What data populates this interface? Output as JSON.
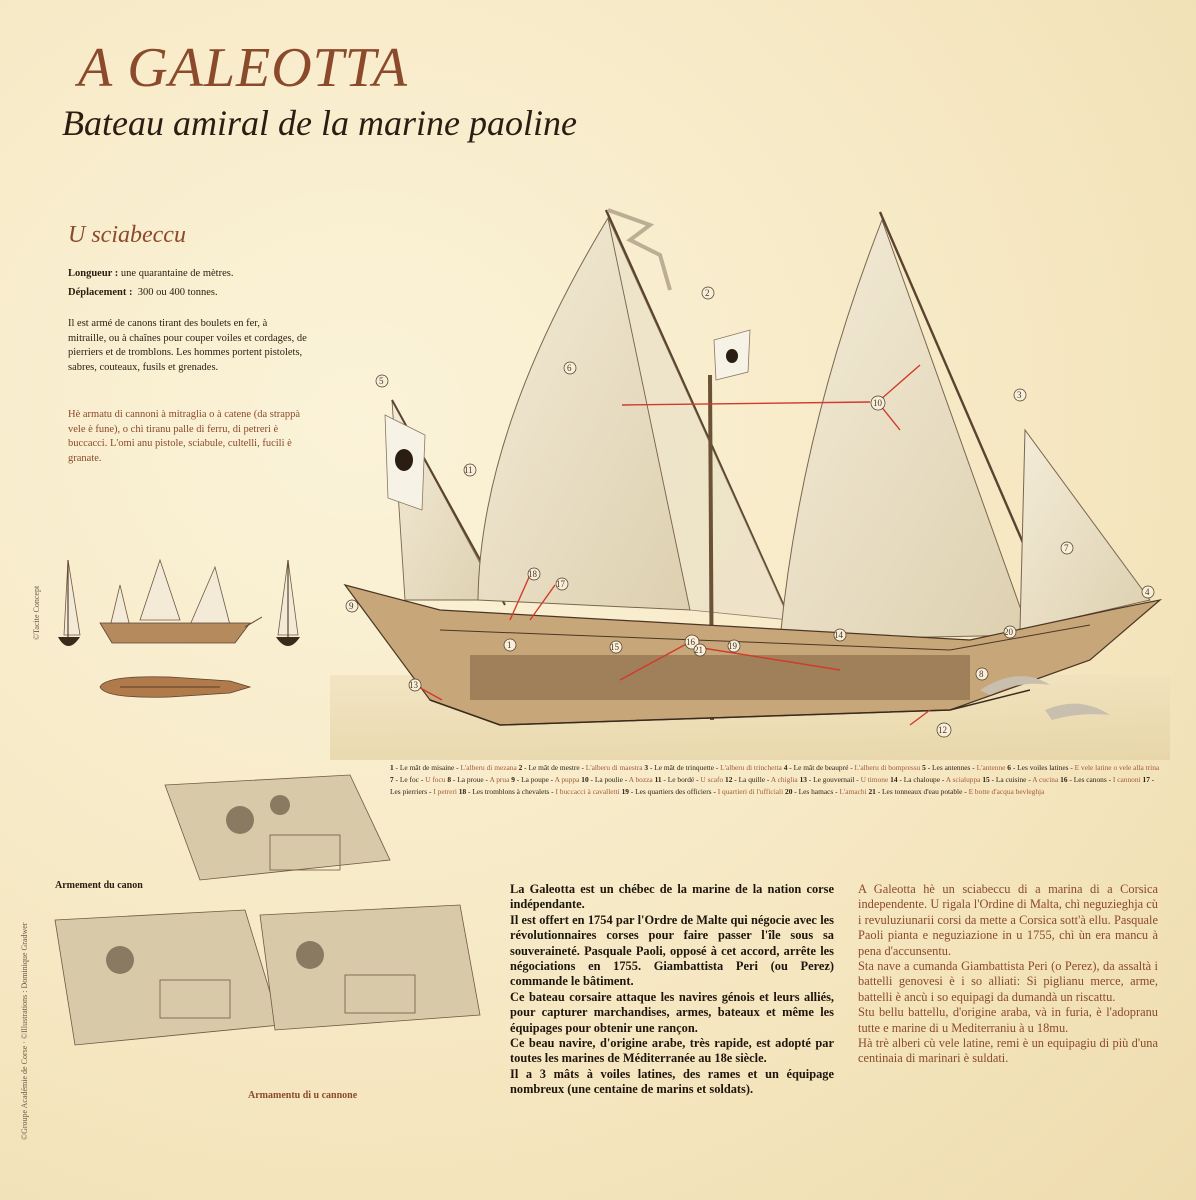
{
  "header": {
    "title": "A GALEOTTA",
    "subtitle": "Bateau amiral de la marine paoline"
  },
  "ship_info": {
    "section_title": "U sciabeccu",
    "length_label": "Longueur :",
    "length_value": "une quarantaine de mètres.",
    "displacement_label": "Déplacement :",
    "displacement_value": "300 ou 400 tonnes.",
    "fr_text": "Il est armé de canons tirant des boulets en fer, à mitraille, ou à chaînes pour couper voiles et cordages, de pierriers et de tromblons. Les hommes portent pistolets, sabres, couteaux, fusils et grenades.",
    "co_text": "Hè armatu di cannoni à mitraglia o à catene (da strappà vele è fune), o chì tiranu palle di ferru, di petreri è buccacci. L'omi anu pistole, sciabule, cultelli, fucili è granate."
  },
  "credits": {
    "left_vertical": "©Tacite Concept",
    "bottom_vertical": "©Groupe Académie de Corse · ©Illustrations : Dominique Gradwer"
  },
  "diagram_numbers": [
    "1",
    "2",
    "3",
    "4",
    "5",
    "6",
    "7",
    "8",
    "9",
    "10",
    "11",
    "12",
    "13",
    "14",
    "15",
    "16",
    "17",
    "18",
    "19",
    "20",
    "21"
  ],
  "legend": [
    {
      "n": "1",
      "fr": "Le mât de misaine",
      "co": "L'alberu di mezana"
    },
    {
      "n": "2",
      "fr": "Le mât de mestre",
      "co": "L'alberu di maestra"
    },
    {
      "n": "3",
      "fr": "Le mât de trinquette",
      "co": "L'alberu di trinchetta"
    },
    {
      "n": "4",
      "fr": "Le mât de beaupré",
      "co": "L'alberu di bompressu"
    },
    {
      "n": "5",
      "fr": "Les antennes",
      "co": "L'antenne"
    },
    {
      "n": "6",
      "fr": "Les voiles latines",
      "co": "E vele latine o vele alla trina"
    },
    {
      "n": "7",
      "fr": "Le foc",
      "co": "U focu"
    },
    {
      "n": "8",
      "fr": "La proue",
      "co": "A prua"
    },
    {
      "n": "9",
      "fr": "La poupe",
      "co": "A puppa"
    },
    {
      "n": "10",
      "fr": "La poulie",
      "co": "A bozza"
    },
    {
      "n": "11",
      "fr": "Le bordé",
      "co": "U scafo"
    },
    {
      "n": "12",
      "fr": "La quille",
      "co": "A chiglia"
    },
    {
      "n": "13",
      "fr": "Le gouvernail",
      "co": "U timone"
    },
    {
      "n": "14",
      "fr": "La chaloupe",
      "co": "A scialuppa"
    },
    {
      "n": "15",
      "fr": "La cuisine",
      "co": "A cucina"
    },
    {
      "n": "16",
      "fr": "Les canons",
      "co": "I cannoni"
    },
    {
      "n": "17",
      "fr": "Les pierriers",
      "co": "I petreri"
    },
    {
      "n": "18",
      "fr": "Les tromblons à chevalets",
      "co": "I buccacci à cavalletti"
    },
    {
      "n": "19",
      "fr": "Les quartiers des officiers",
      "co": "I quartieri di l'ufficiali"
    },
    {
      "n": "20",
      "fr": "Les hamacs",
      "co": "L'amachi"
    },
    {
      "n": "21",
      "fr": "Les tonneaux d'eau potable",
      "co": "E botte d'acqua bevleghja"
    }
  ],
  "captions": {
    "fr": "Armement du canon",
    "co": "Armamentu di u cannone"
  },
  "body_fr": [
    "La Galeotta est un chébec de la marine de la nation corse indépendante.",
    "Il est offert en 1754 par l'Ordre de Malte qui négocie avec les révolutionnaires corses pour faire passer l'île sous sa souveraineté. Pasquale Paoli, opposé à cet accord, arrête les négociations en 1755. Giambattista Peri (ou Perez) commande le bâtiment.",
    "Ce bateau corsaire attaque les navires génois et leurs alliés, pour capturer marchandises, armes, bateaux et même les équipages pour obtenir une rançon.",
    "Ce beau navire, d'origine arabe, très rapide, est adopté par toutes les marines de Méditerranée au 18e siècle.",
    "Il a 3 mâts à voiles latines, des rames et un équipage nombreux (une centaine de marins et soldats)."
  ],
  "body_co": [
    "A Galeotta hè un sciabeccu di a marina di a Corsica independente. U rigala l'Ordine di Malta, chì neguzieghja cù i revuluziunarii corsi da mette a Corsica sott'à ellu. Pasquale Paoli pianta e neguziazione in u 1755, chì ùn era mancu à pena d'accunsentu.",
    "Sta nave a cumanda Giambattista Peri (o Perez), da assaltà i battelli genovesi è i so alliati: Si piglianu merce, arme, battelli è ancù i so equipagi da dumandà un riscattu.",
    "Stu bellu battellu, d'origine araba, và in furia, è l'adopranu tutte e marine di u Mediterraniu à u 18mu.",
    "Hà trè alberi cù vele latine, remi è un equipagiu di più d'una centinaia di marinari è suldati."
  ],
  "colors": {
    "accent": "#8b4a2b",
    "ink": "#2a1d12",
    "paper": "#f6e8c3",
    "callout": "#d23a2a"
  },
  "icons": [
    "corsican-flag-icon",
    "ship-illustration",
    "cannon-crew-illustration"
  ]
}
